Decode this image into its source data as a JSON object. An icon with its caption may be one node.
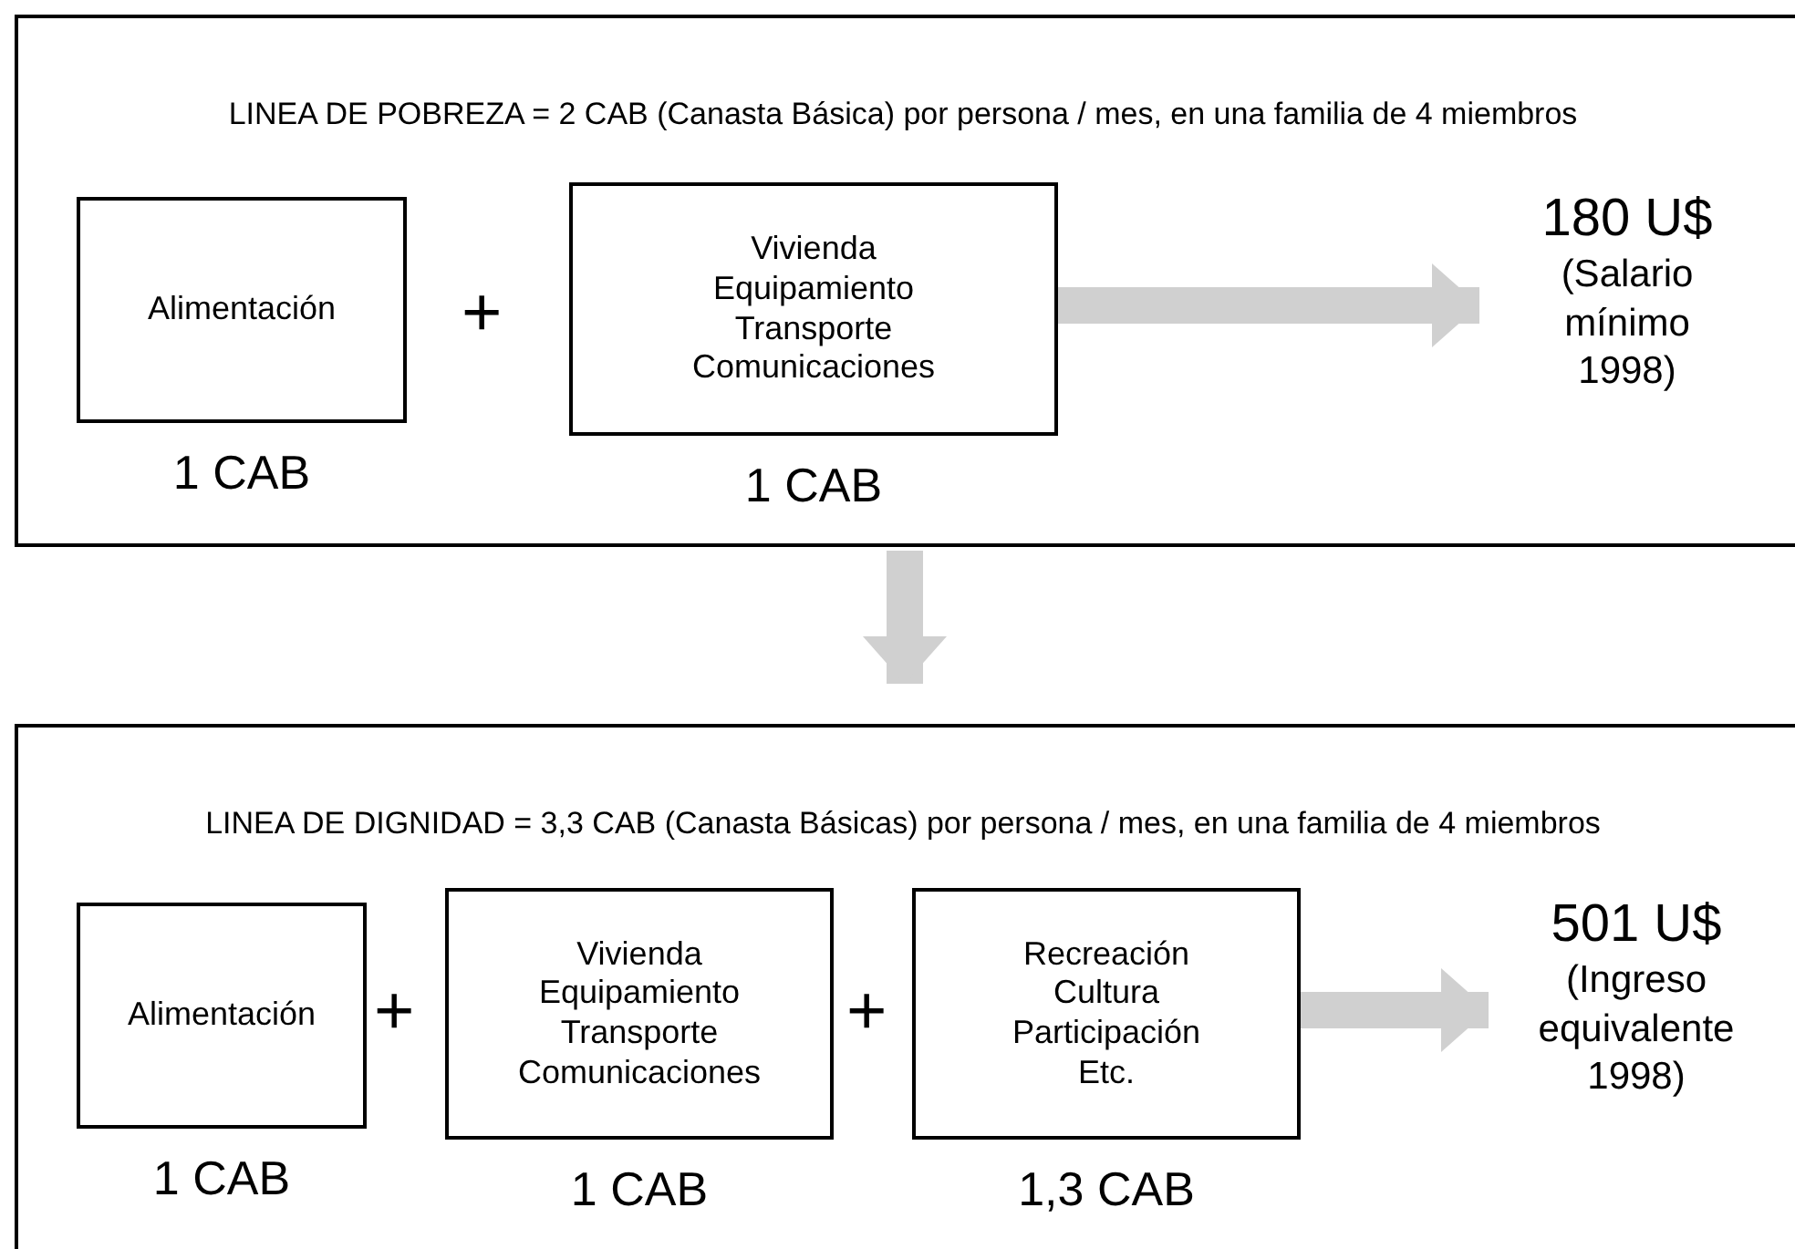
{
  "diagram": {
    "nodes": [
      {
        "text": [
          "LINEA DE POBREZA = 2 CAB (Canasta Básica) por persona / mes, en una familia de 4 miembros"
        ]
      },
      {
        "text": [
          "Alimentación"
        ],
        "in": 0,
        "beside": [
          "1 CAB"
        ]
      },
      {
        "text": [
          "Vivienda Equipamiento Transporte Comunicaciones"
        ],
        "in": 0,
        "beside": [
          "1 CAB"
        ]
      },
      {
        "text": [
          "180 U$",
          "(Salario mínimo 1998)"
        ],
        "in": 0
      },
      {
        "text": [
          "LINEA DE DIGNIDAD = 3,3 CAB (Canasta Básicas) por persona / mes, en una familia de 4 miembros"
        ]
      },
      {
        "text": [
          "Alimentación"
        ],
        "in": 4,
        "beside": [
          "1 CAB"
        ]
      },
      {
        "text": [
          "Vivienda Equipamiento Transporte Comunicaciones"
        ],
        "in": 4,
        "beside": [
          "1 CAB"
        ]
      },
      {
        "text": [
          "Recreación Cultura Participación Etc."
        ],
        "in": 4,
        "beside": [
          "1,3 CAB"
        ]
      },
      {
        "text": [
          "501 U$",
          "(Ingreso equivalente 1998)"
        ],
        "in": 4
      }
    ],
    "edges": [
      {
        "from": 2,
        "to": 3,
        "arrow": "to"
      },
      {
        "from": 0,
        "to": 4,
        "arrow": "to"
      },
      {
        "from": 7,
        "to": 8,
        "arrow": "to"
      }
    ],
    "labels": [
      "+",
      "+",
      "+"
    ]
  }
}
